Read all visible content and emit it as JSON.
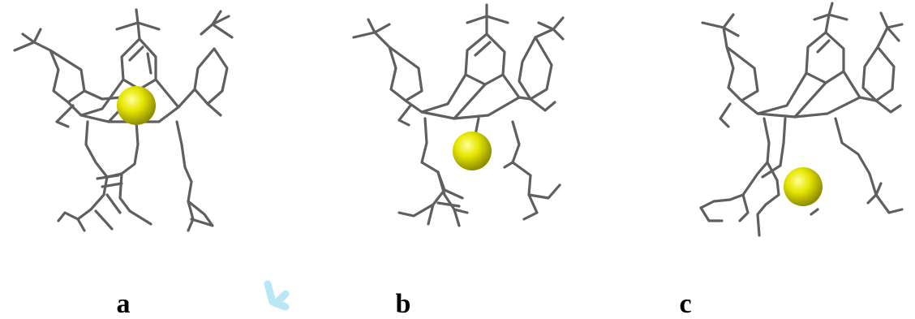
{
  "panels": [
    {
      "label": "a",
      "ion_position": "center"
    },
    {
      "label": "b",
      "ion_position": "lower-middle"
    },
    {
      "label": "c",
      "ion_position": "bottom"
    }
  ],
  "colors": {
    "stick": "#5f5f5f",
    "ion": "#d4d400",
    "ion_highlight": "#ffff9a",
    "watermark": "#7fd3ee",
    "label": "#000000",
    "background": "#ffffff"
  }
}
